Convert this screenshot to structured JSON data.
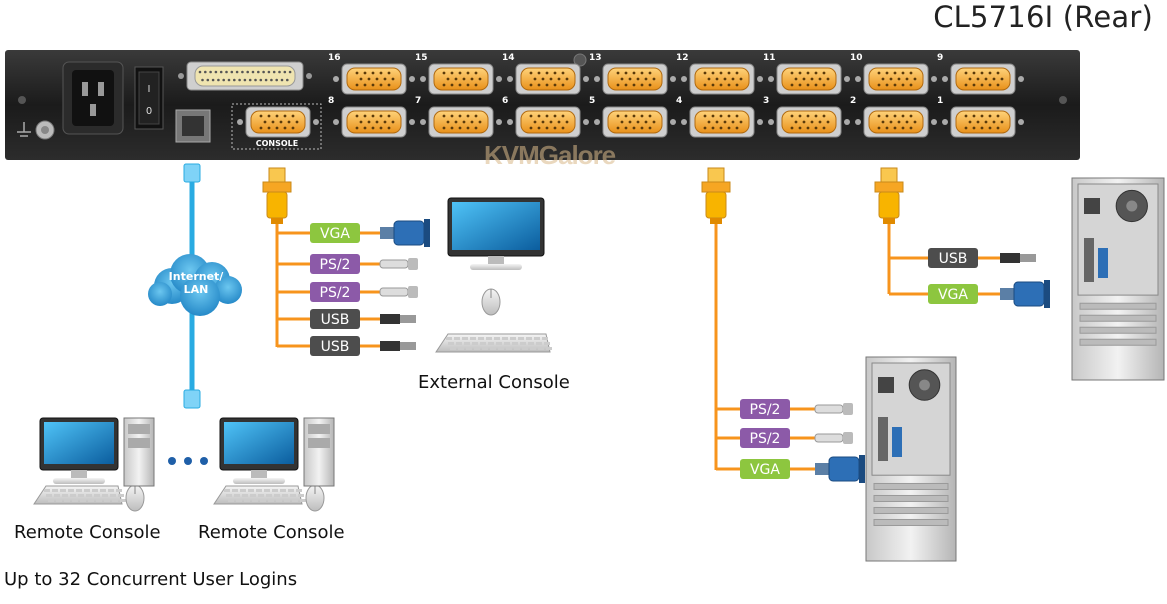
{
  "title": "CL5716I (Rear)",
  "watermark": "KVMGalore",
  "ports": {
    "top": [
      "16",
      "15",
      "14",
      "13",
      "12",
      "11",
      "10",
      "9"
    ],
    "bottom": [
      "8",
      "7",
      "6",
      "5",
      "4",
      "3",
      "2",
      "1"
    ],
    "console_label": "CONSOLE"
  },
  "network_label": [
    "Internet/",
    "LAN"
  ],
  "external_console": {
    "label": "External Console",
    "cables": [
      "VGA",
      "PS/2",
      "PS/2",
      "USB",
      "USB"
    ]
  },
  "computer_a": {
    "cables": [
      "USB",
      "VGA"
    ]
  },
  "computer_b": {
    "cables": [
      "PS/2",
      "PS/2",
      "VGA"
    ]
  },
  "remote": {
    "label_1": "Remote Console",
    "label_2": "Remote Console",
    "caption": "Up to 32 Concurrent User Logins"
  },
  "colors": {
    "vga": "#8dc63f",
    "ps2": "#8c5aa8",
    "usb": "#4d4d4d",
    "cable": "#f7941d",
    "network": "#29abe2",
    "port": "#f6a623",
    "chassis": "#1f1f1f"
  }
}
